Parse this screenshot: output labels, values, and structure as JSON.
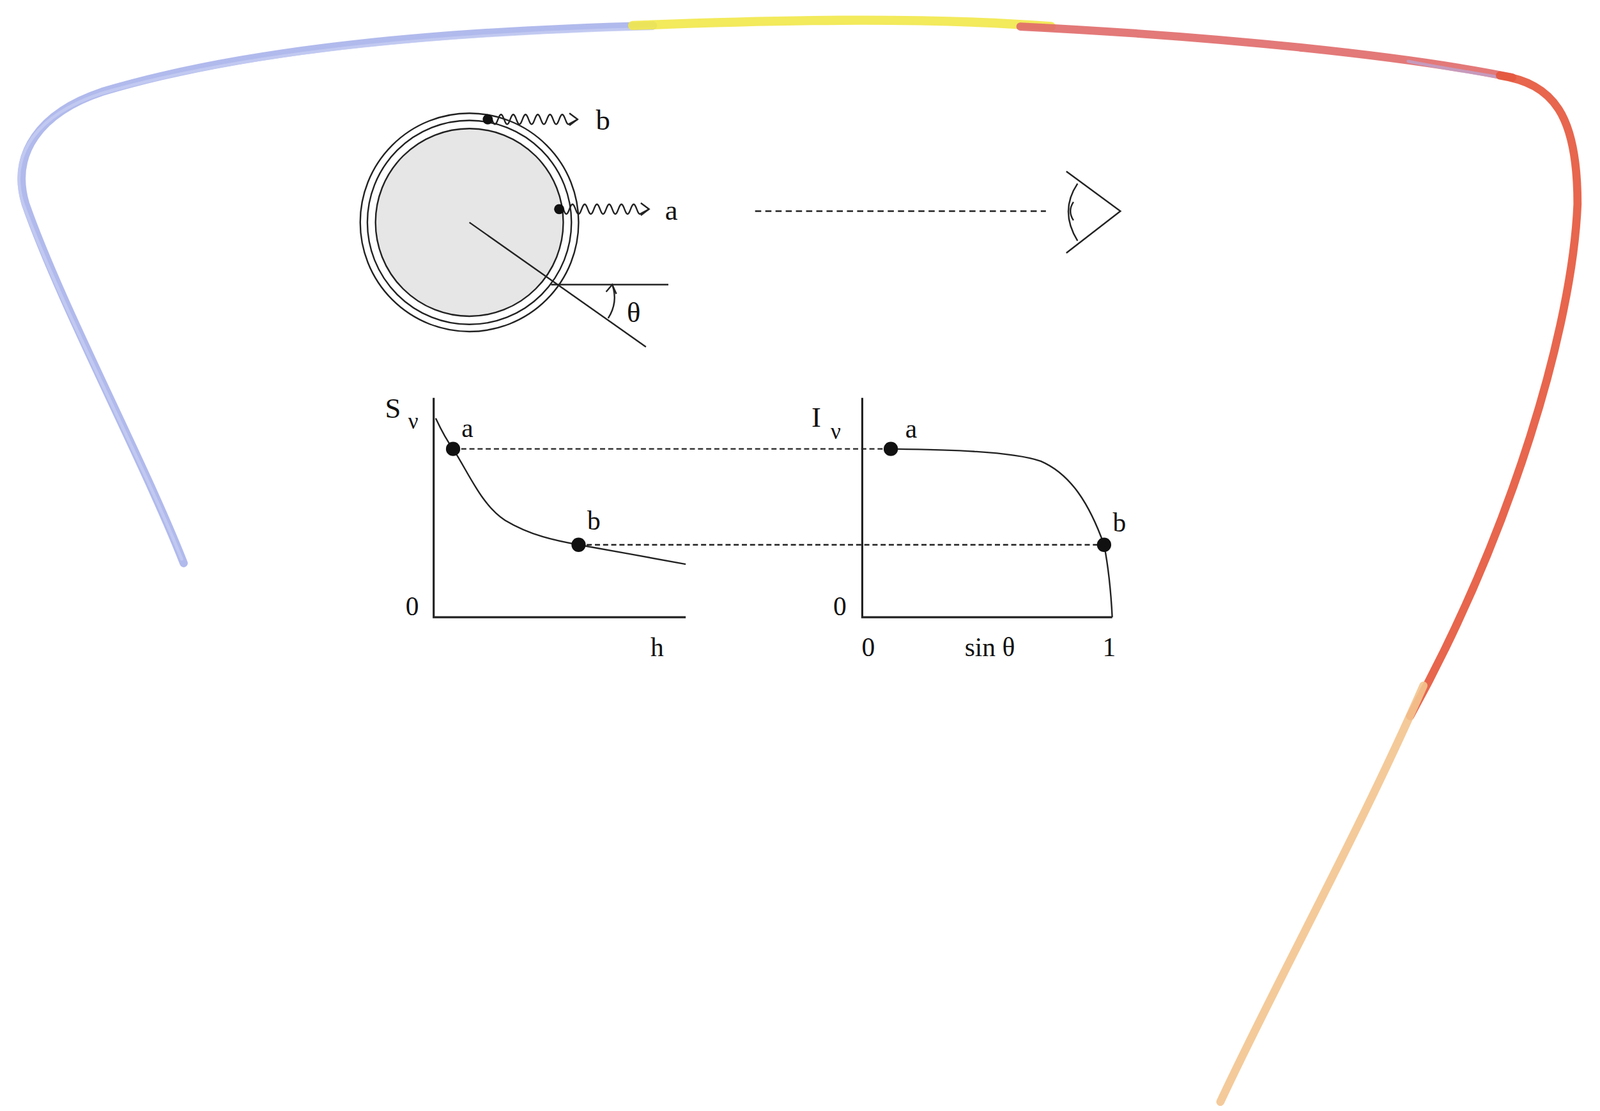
{
  "diagram": {
    "labels": [
      "b",
      "a",
      "θ",
      "S",
      "ν",
      "a",
      "b",
      "0",
      "h",
      "I",
      "ν",
      "a",
      "b",
      "0",
      "0",
      "sin θ",
      "1"
    ]
  }
}
